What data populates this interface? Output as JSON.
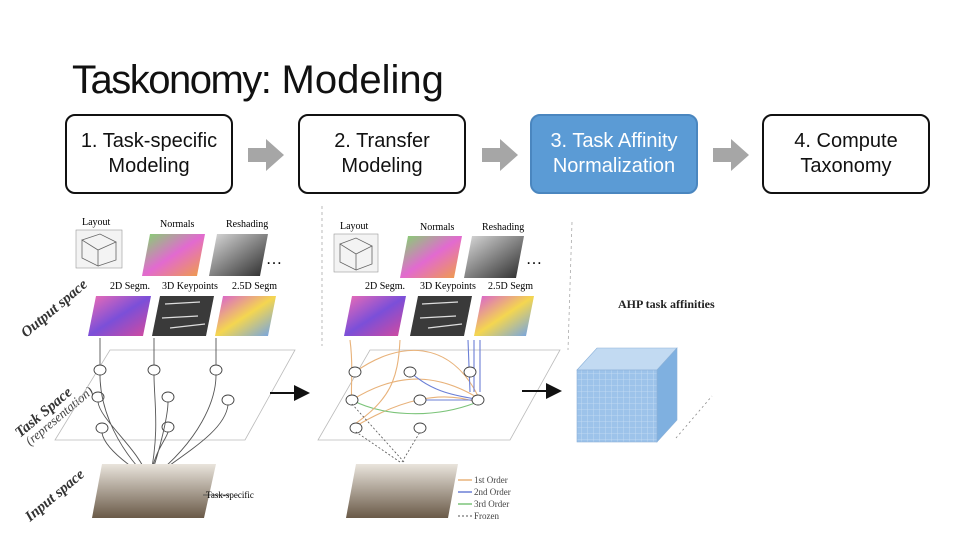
{
  "title": {
    "strong": "Taskonomy:",
    "light": " Modeling"
  },
  "steps": [
    {
      "label": "1. Task-specific\nModeling",
      "active": false
    },
    {
      "label": "2. Transfer\nModeling",
      "active": false
    },
    {
      "label": "3. Task Affinity\nNormalization",
      "active": true
    },
    {
      "label": "4. Compute\nTaxonomy",
      "active": false
    }
  ],
  "colors": {
    "accent": "#5b9bd5",
    "arrow": "#a6a6a6",
    "cube": "#9dc3ea"
  },
  "figure": {
    "space_labels": {
      "output": "Output space",
      "task": "Task Space",
      "task_sub": "(representation)",
      "input": "Input space"
    },
    "panel1": {
      "layout": "Layout",
      "normals": "Normals",
      "reshading": "Reshading",
      "segm2d": "2D Segm.",
      "keypoints3d": "3D Keypoints",
      "segm25d": "2.5D Segm",
      "ellipsis": "…",
      "task_specific": "Task-specific"
    },
    "panel2": {
      "layout": "Layout",
      "normals": "Normals",
      "reshading": "Reshading",
      "segm2d": "2D Segm.",
      "keypoints3d": "3D Keypoints",
      "segm25d": "2.5D Segm",
      "ellipsis": "…"
    },
    "legend": [
      "1st Order",
      "2nd Order",
      "3rd Order",
      "Frozen"
    ],
    "panel3": {
      "ahp_label": "AHP task affinities"
    }
  }
}
